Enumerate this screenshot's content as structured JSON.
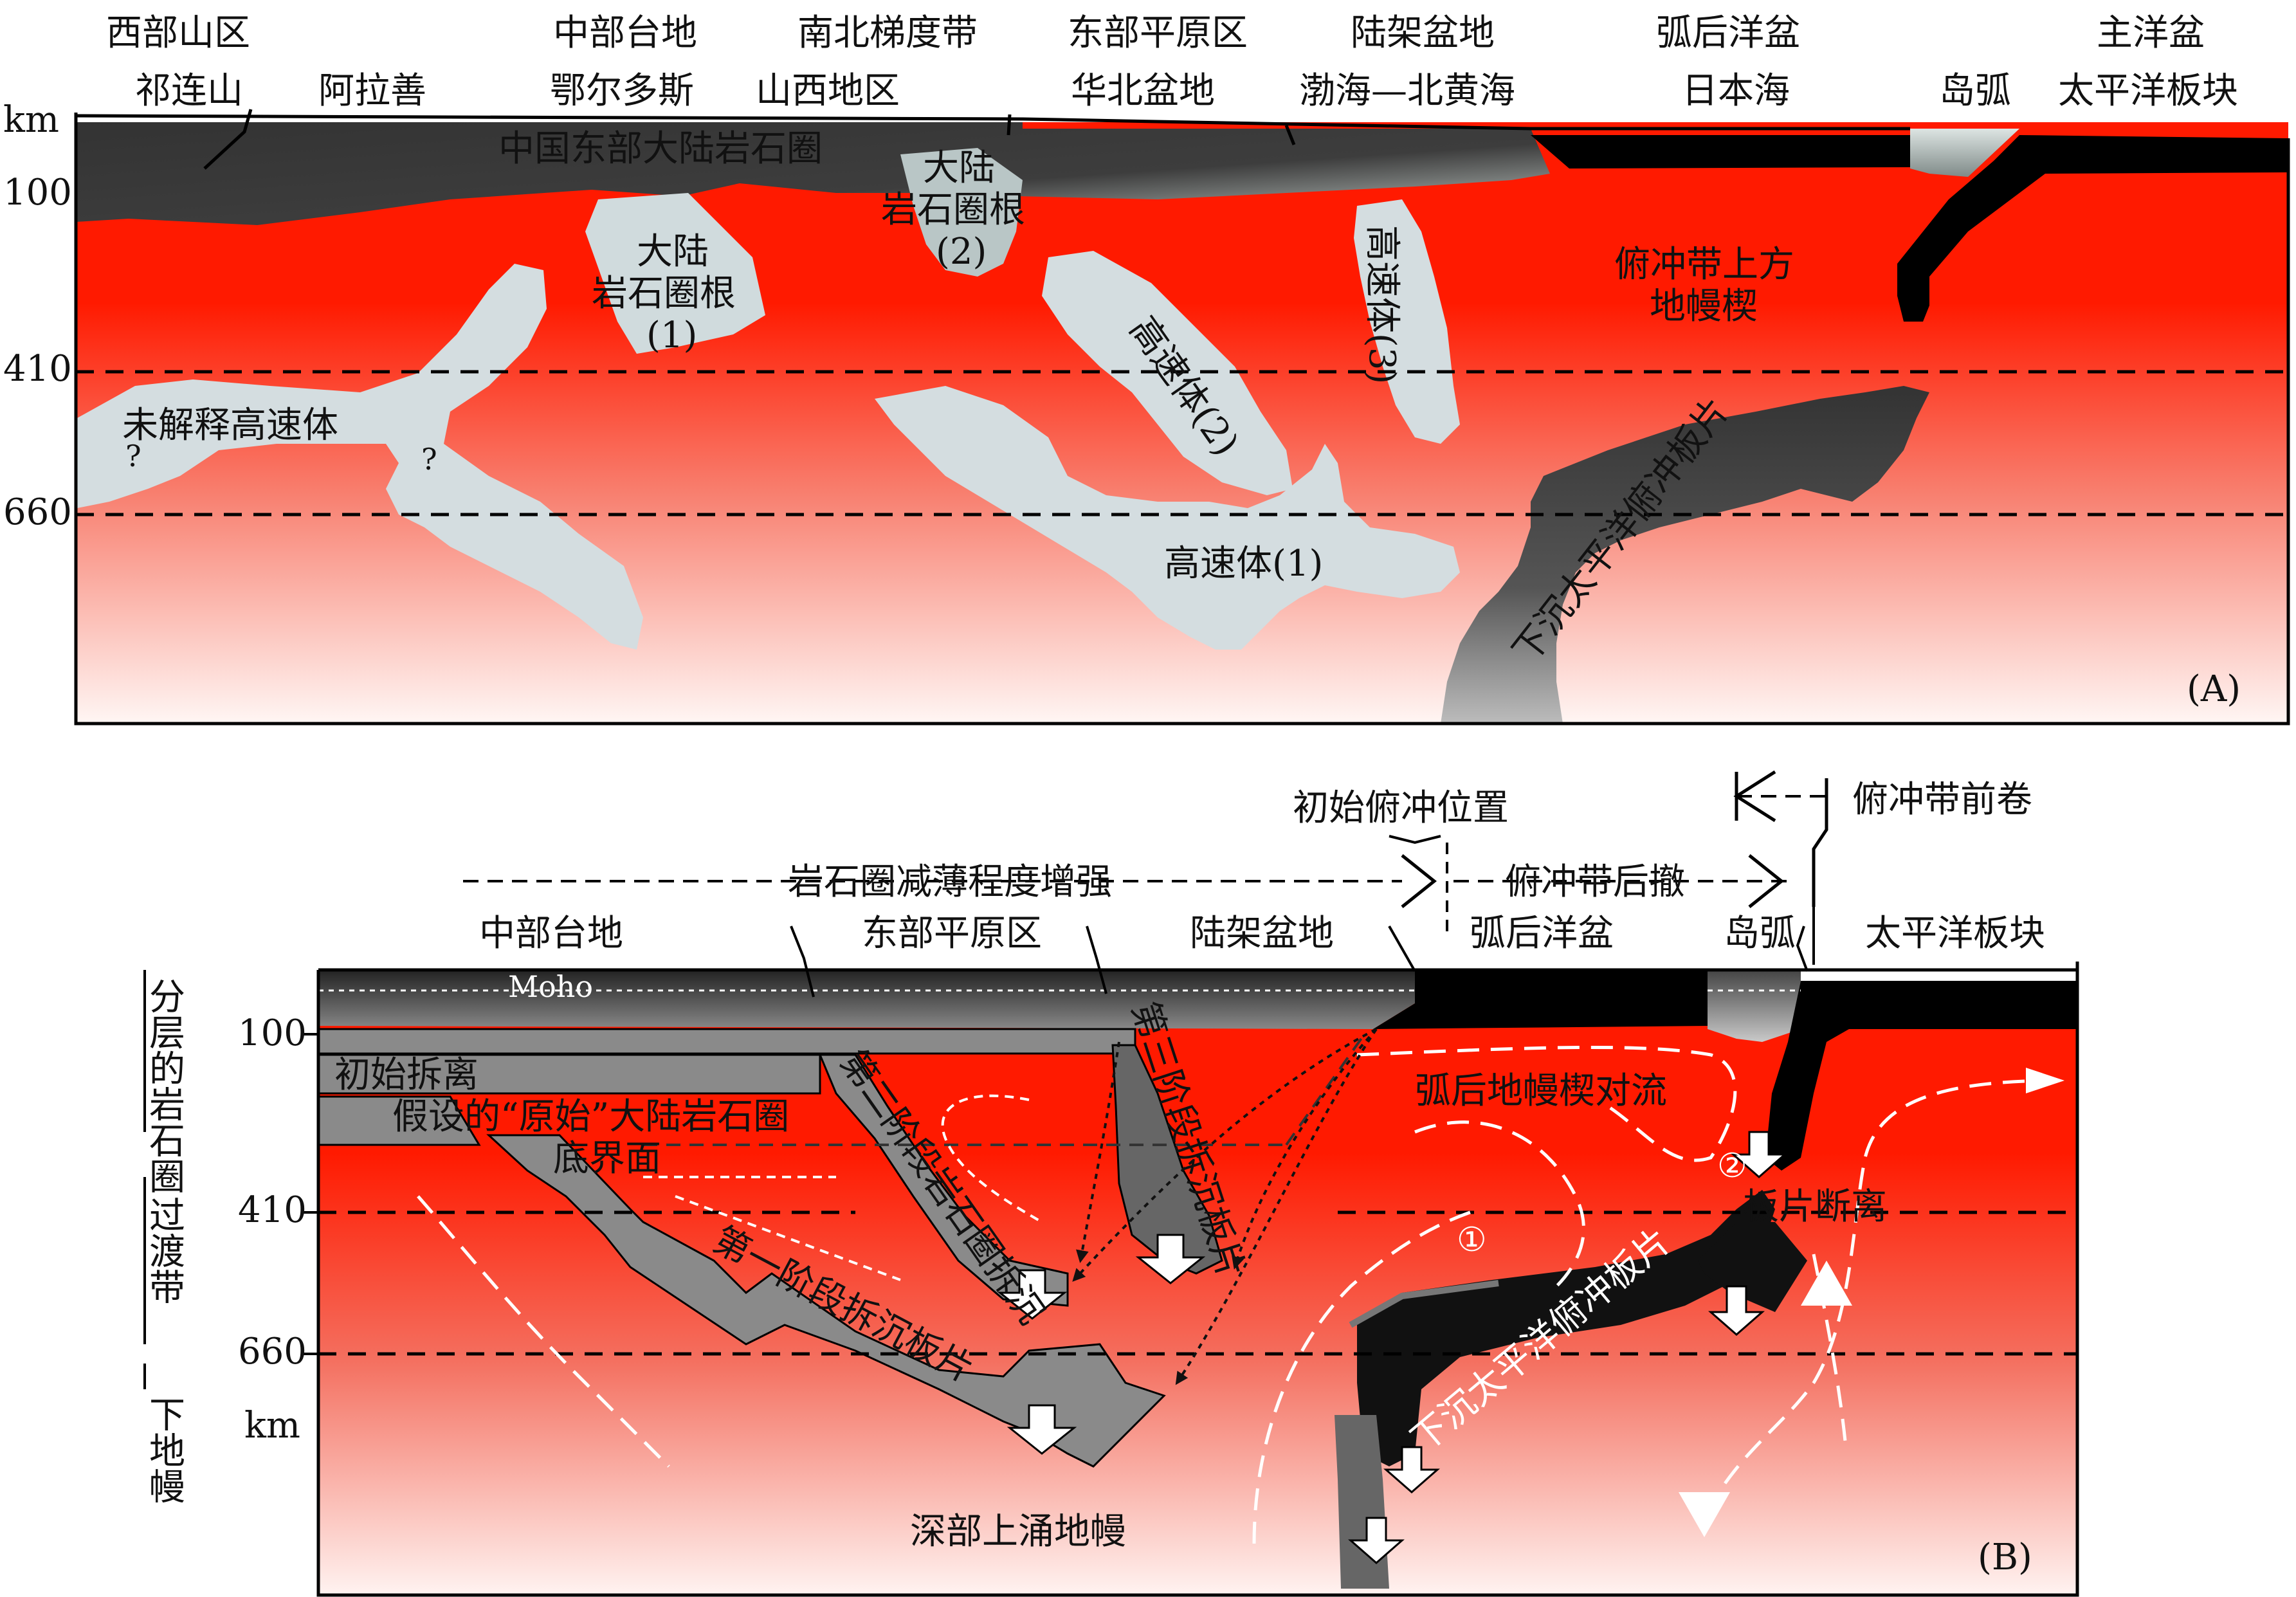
{
  "panel_a": {
    "tag": "(A)",
    "unit": "km",
    "depths": [
      "100",
      "410",
      "660"
    ],
    "regions_top": [
      "西部山区",
      "中部台地",
      "南北梯度带",
      "东部平原区",
      "陆架盆地",
      "弧后洋盆",
      "主洋盆"
    ],
    "regions_bottom": [
      "祁连山",
      "阿拉善",
      "鄂尔多斯",
      "山西地区",
      "华北盆地",
      "渤海—北黄海",
      "日本海",
      "岛弧",
      "太平洋板块"
    ],
    "lithosphere": "中国东部大陆岩石圈",
    "root1": [
      "大陆",
      "岩石圈根",
      "(1)"
    ],
    "root2": [
      "大陆",
      "岩石圈根",
      "(2)"
    ],
    "hv2": "高速体(2)",
    "hv3": "高速体(3)",
    "hv1": "高速体(1)",
    "unresolved": "未解释高速体",
    "q": "?",
    "wedge": [
      "俯冲带上方",
      "地幔楔"
    ],
    "slab": "下沉太平洋俯冲板片"
  },
  "panel_b": {
    "tag": "(B)",
    "unit": "km",
    "depths": [
      "100",
      "410",
      "660"
    ],
    "side_labels": [
      "分层的岩石圈",
      "过渡带",
      "下地幔"
    ],
    "initial_subduction": "初始俯冲位置",
    "trench_advance": "俯冲带前卷",
    "thinning": "岩石圈减薄程度增强",
    "trench_retreat": "俯冲带后撤",
    "regions": [
      "中部台地",
      "东部平原区",
      "陆架盆地",
      "弧后洋盆",
      "岛弧",
      "太平洋板块"
    ],
    "moho": "Moho",
    "initial_detach": "初始拆离",
    "hypo_base": "假设的“原始”大陆岩石圈",
    "base_face": "底界面",
    "stage1": "第一阶段拆沉板片",
    "stage2": "第二阶段岩石圈拆沉",
    "stage3": "第三阶段拆沉板片",
    "backarc": "弧后地幔楔对流",
    "slab_break": "板片断离",
    "slab": "下沉太平洋俯冲板片",
    "deep": "深部上涌地幔",
    "circle1": "①",
    "circle2": "②"
  }
}
